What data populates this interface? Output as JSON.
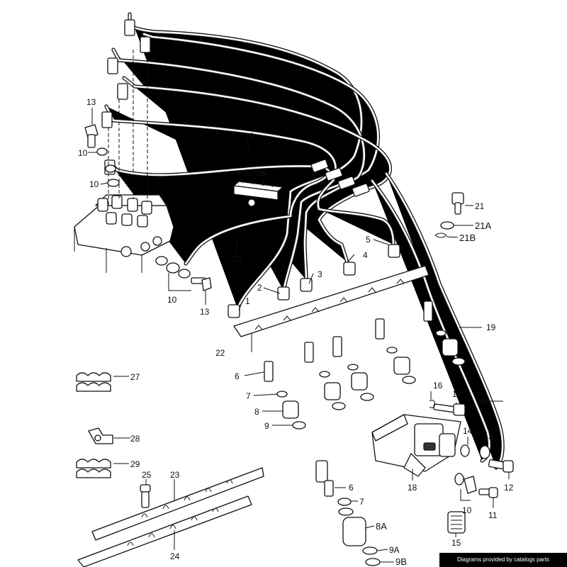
{
  "callouts": {
    "c1": "1",
    "c2": "2",
    "c3": "3",
    "c4": "4",
    "c5": "5",
    "c6a": "6",
    "c6b": "6",
    "c7a": "7",
    "c7b": "7",
    "c8": "8",
    "c8A": "8A",
    "c9": "9",
    "c9A": "9A",
    "c9B": "9B",
    "c10a": "10",
    "c10b": "10",
    "c10c": "10",
    "c10d": "10",
    "c11": "11",
    "c12": "12",
    "c13a": "13",
    "c13b": "13",
    "c14a": "14",
    "c14b": "14",
    "c15": "15",
    "c16": "16",
    "c17": "17",
    "c18": "18",
    "c19a": "19",
    "c19b": "19",
    "c20a": "20",
    "c20b": "20",
    "c21": "21",
    "c21A": "21A",
    "c21B": "21B",
    "c22": "22",
    "c23": "23",
    "c24": "24",
    "c25": "25",
    "c26": "26",
    "c27": "27",
    "c28": "28",
    "c29": "29"
  },
  "credit": "Diagrams provided by catalogs parts"
}
